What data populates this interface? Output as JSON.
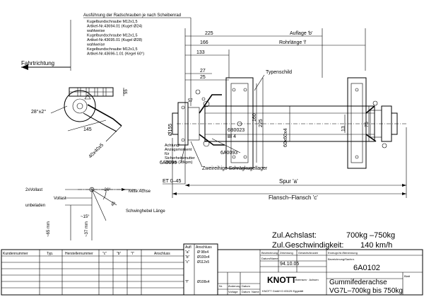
{
  "notes": {
    "header": "Ausführung der Radschrauben je nach Scheibenrad",
    "lines": [
      "Kugelbundschraube M12x1,5",
      "Artikel-Nr.43694.01 (Kugel Ø24)",
      "wahlweise",
      "Kugelbundschraube M12x1,5",
      "Artikel-Nr.43695.01 (Kugel Ø28)",
      "wahlweise",
      "Kegelbundschraube M12x1,5",
      "Artikel-Nr.43696-1.01 (Kegel 60°)"
    ]
  },
  "direction": "Fahrtrichtung",
  "dims": {
    "d225": "225",
    "d166": "166",
    "d133": "133",
    "d27": "27",
    "d25": "25",
    "d57": "57",
    "d55": "55",
    "d160": "160",
    "d225v": "225",
    "d145": "145",
    "d40x40": "40x40x5",
    "d28": "28°±2°",
    "d155": "Ø155",
    "d13": "13",
    "d75": "75",
    "d60x60": "60x60x4",
    "auflage": "Auflage 'b'",
    "rohrlange": "Rohrlänge 'l'",
    "typenschild": "Typenschild",
    "spur": "Spur 'a'",
    "flansch": "Flansch–Flansch 'c'",
    "et": "ET 0–45",
    "schragkugel": "Zweireihige Schrägkugellager",
    "p1": "6B0023",
    "p2": "Bl 4",
    "p3": "6A0093",
    "p4": "6A0096",
    "anzug": [
      "Achtung!",
      "Anzugsmoment",
      "für",
      "Sicherheitsmutter",
      "280Nm (28kpm)"
    ]
  },
  "swing": {
    "vollast2x": "2xVollast",
    "vollast": "Vollast",
    "unbeladen": "unbeladen",
    "mitte": "Mitte Achse",
    "a26": "~26°",
    "a15": "~15°",
    "a45": "45",
    "lange": "Schwinghebel Länge",
    "mm65": "~65 mm",
    "mm37": "~37 mm"
  },
  "load": {
    "l1": "Zul.Achslast:",
    "v1": "700kg  –750kg",
    "l2": "Zul.Geschwindigkeit:",
    "v2": "140  km/h"
  },
  "customer_table": {
    "headers": [
      "Kundennummer",
      "Typ.",
      "Herstellernummer",
      "\"c\"",
      "\"b\"",
      "\"l\"",
      "Anschluss"
    ]
  },
  "aufl_table": {
    "headers": [
      "Aufl",
      "Anschluss"
    ],
    "rows": [
      [
        "\"a\"",
        "Ø 98x4"
      ],
      [
        "\"b\"",
        "Ø100x4"
      ],
      [
        "\"c\"",
        "Ø112x5"
      ],
      [
        "",
        ""
      ],
      [
        "\"f\"",
        "Ø108x4"
      ]
    ]
  },
  "title_block": {
    "h": [
      "Bezeichnung",
      "Zeichnung",
      "Gewicht/Anzahl",
      "Erzeugt-Nr./Benennung",
      "Bezeichnung/Sachnr."
    ],
    "date_label": "Datum/Name",
    "date": "94.10.05",
    "drawing_no": "6A0102",
    "name": "Gummifederachse",
    "type": "VG7L–700kg bis 750kg",
    "company": "KNOTT",
    "company_sub": "Bremsen · Achsen",
    "company_addr": "KNOTT GmbH D 83125 Eggstätt",
    "revision": [
      "Änderung",
      "Datum",
      "Name"
    ],
    "rev_hdr": "Nr.",
    "rev_vals": [
      "Vorlage",
      "Datum",
      "Name"
    ],
    "blatt": "Blatt"
  }
}
